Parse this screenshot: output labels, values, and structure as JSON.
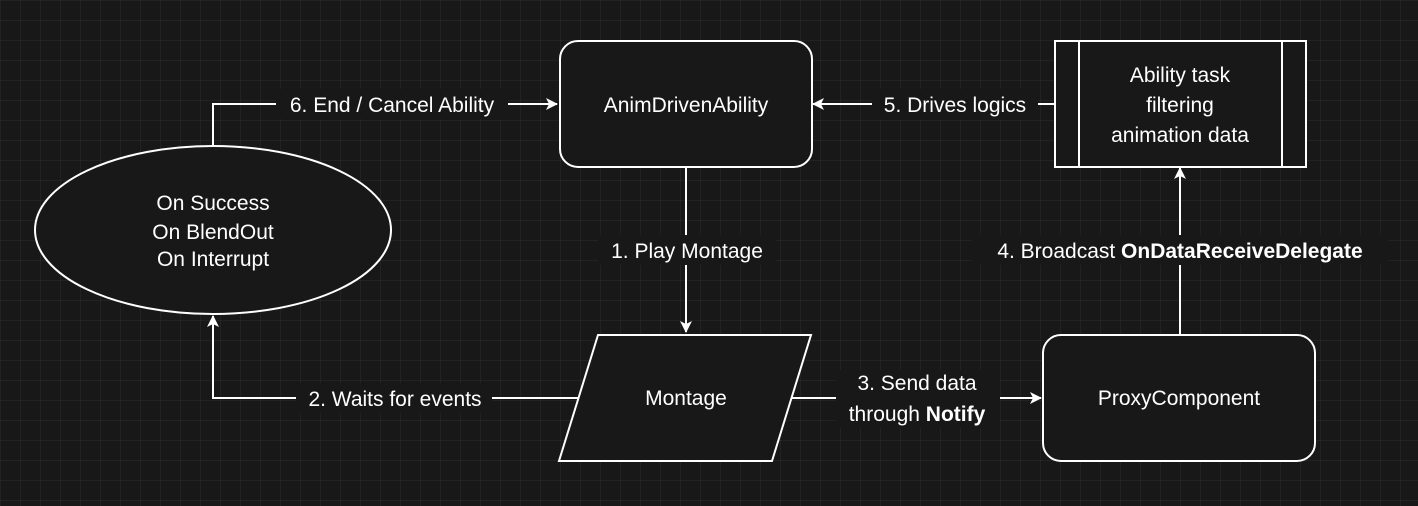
{
  "nodes": {
    "anim_ability": {
      "label": "AnimDrivenAbility"
    },
    "ability_task": {
      "lines": [
        "Ability task",
        "filtering",
        "animation data"
      ]
    },
    "events": {
      "lines": [
        "On Success",
        "On BlendOut",
        "On Interrupt"
      ]
    },
    "montage": {
      "label": "Montage"
    },
    "proxy": {
      "label": "ProxyComponent"
    }
  },
  "edges": {
    "play_montage": {
      "label": "1. Play Montage"
    },
    "waits_events": {
      "label": "2. Waits for events"
    },
    "send_data": {
      "line1": "3. Send data",
      "line2_prefix": "through ",
      "line2_bold": "Notify"
    },
    "broadcast": {
      "prefix": "4. Broadcast ",
      "bold": "OnDataReceiveDelegate"
    },
    "drives_logics": {
      "label": "5. Drives logics"
    },
    "end_cancel": {
      "label": "6. End / Cancel Ability"
    }
  }
}
